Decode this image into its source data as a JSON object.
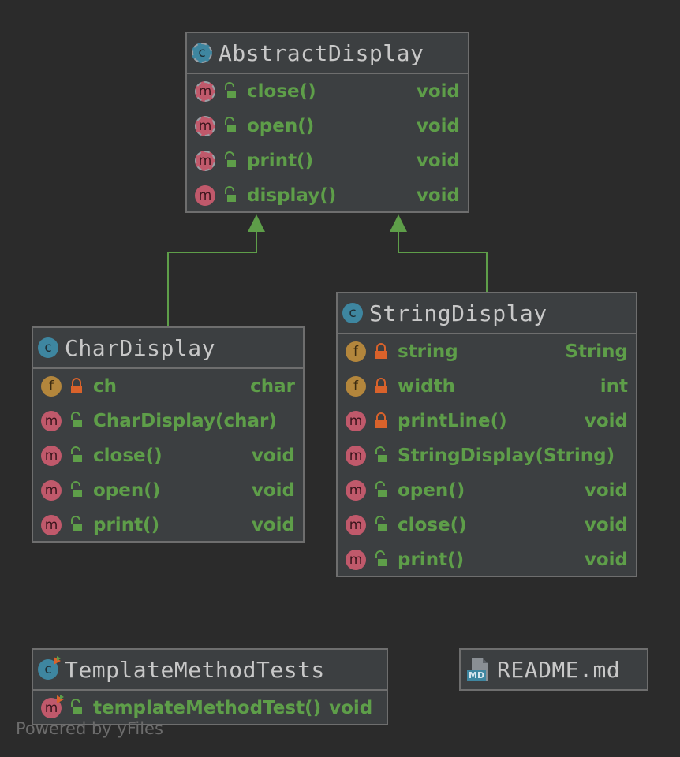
{
  "classes": {
    "abstract_display": {
      "title": "AbstractDisplay",
      "members": [
        {
          "name": "close()",
          "type": "void"
        },
        {
          "name": "open()",
          "type": "void"
        },
        {
          "name": "print()",
          "type": "void"
        },
        {
          "name": "display()",
          "type": "void"
        }
      ]
    },
    "char_display": {
      "title": "CharDisplay",
      "members": [
        {
          "name": "ch",
          "type": "char"
        },
        {
          "name": "CharDisplay(char)",
          "type": ""
        },
        {
          "name": "close()",
          "type": "void"
        },
        {
          "name": "open()",
          "type": "void"
        },
        {
          "name": "print()",
          "type": "void"
        }
      ]
    },
    "string_display": {
      "title": "StringDisplay",
      "members": [
        {
          "name": "string",
          "type": "String"
        },
        {
          "name": "width",
          "type": "int"
        },
        {
          "name": "printLine()",
          "type": "void"
        },
        {
          "name": "StringDisplay(String)",
          "type": ""
        },
        {
          "name": "open()",
          "type": "void"
        },
        {
          "name": "close()",
          "type": "void"
        },
        {
          "name": "print()",
          "type": "void"
        }
      ]
    },
    "template_method_tests": {
      "title": "TemplateMethodTests",
      "members": [
        {
          "name": "templateMethodTest()",
          "type": "void"
        }
      ]
    }
  },
  "readme": {
    "title": "README.md",
    "badge": "MD"
  },
  "footer": {
    "text": "Powered by yFiles"
  },
  "icons": {
    "class": "c",
    "field": "f",
    "method": "m"
  },
  "colors": {
    "background": "#2b2b2b",
    "node_fill": "#3c3f41",
    "node_border": "#6e6e6e",
    "member_text": "#5e9e49",
    "edge": "#5e9e49",
    "private_lock": "#d9622b",
    "public_lock": "#5e9e49"
  }
}
